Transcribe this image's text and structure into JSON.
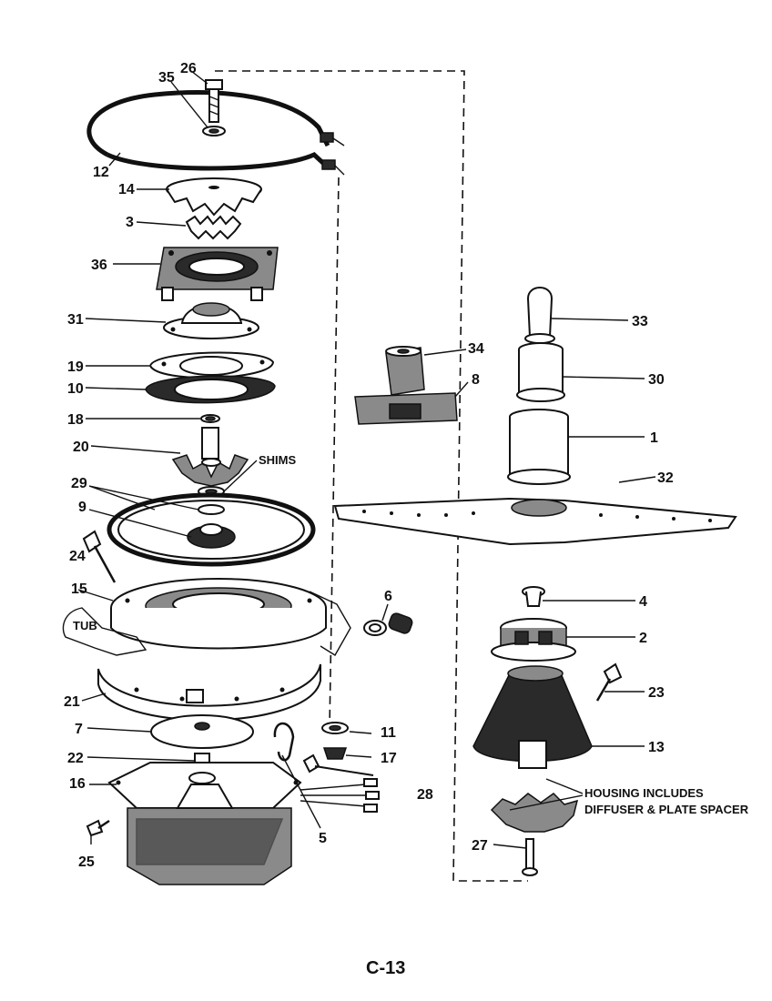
{
  "callouts": {
    "c26": "26",
    "c35": "35",
    "c12": "12",
    "c14": "14",
    "c3": "3",
    "c36": "36",
    "c31": "31",
    "c19": "19",
    "c10": "10",
    "c18": "18",
    "c20": "20",
    "shims": "SHIMS",
    "c29": "29",
    "c9": "9",
    "c24": "24",
    "c15": "15",
    "tub": "TUB",
    "c21": "21",
    "c7": "7",
    "c22": "22",
    "c16": "16",
    "c25": "25",
    "c5": "5",
    "c28": "28",
    "c11": "11",
    "c17": "17",
    "c6": "6",
    "c34": "34",
    "c8": "8",
    "c33": "33",
    "c30": "30",
    "c1": "1",
    "c32": "32",
    "c4": "4",
    "c2": "2",
    "c23": "23",
    "c13": "13",
    "c27": "27",
    "housing_note_1": "HOUSING INCLUDES",
    "housing_note_2": "DIFFUSER & PLATE SPACER"
  },
  "page_number": "C-13"
}
